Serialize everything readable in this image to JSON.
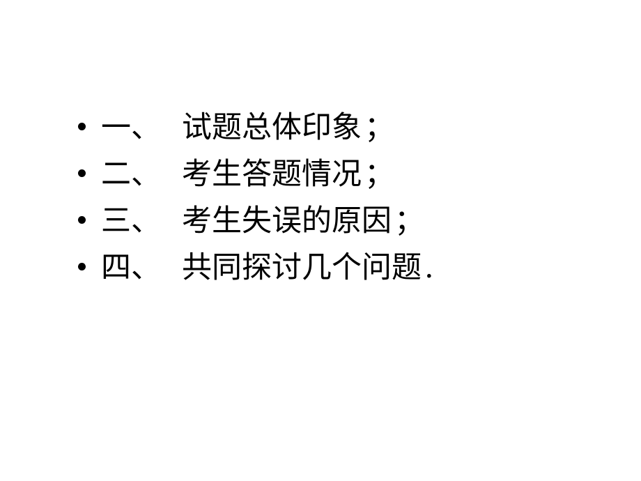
{
  "slide": {
    "background_color": "#ffffff",
    "text_color": "#000000",
    "bullet_glyph": "•",
    "items": [
      {
        "enumerator": "一、",
        "body": "试题总体印象",
        "punctuation": "；",
        "full_text": "一、 试题总体印象；"
      },
      {
        "enumerator": "二、",
        "body": "考生答题情况",
        "punctuation": "；",
        "full_text": "二、 考生答题情况；"
      },
      {
        "enumerator": "三、",
        "body": "考生失误的原因",
        "punctuation": "；",
        "full_text": "三、 考生失误的原因；"
      },
      {
        "enumerator": "四、",
        "body": "共同探讨几个问题",
        "punctuation": ".",
        "full_text": "四、 共同探讨几个问题."
      }
    ]
  }
}
